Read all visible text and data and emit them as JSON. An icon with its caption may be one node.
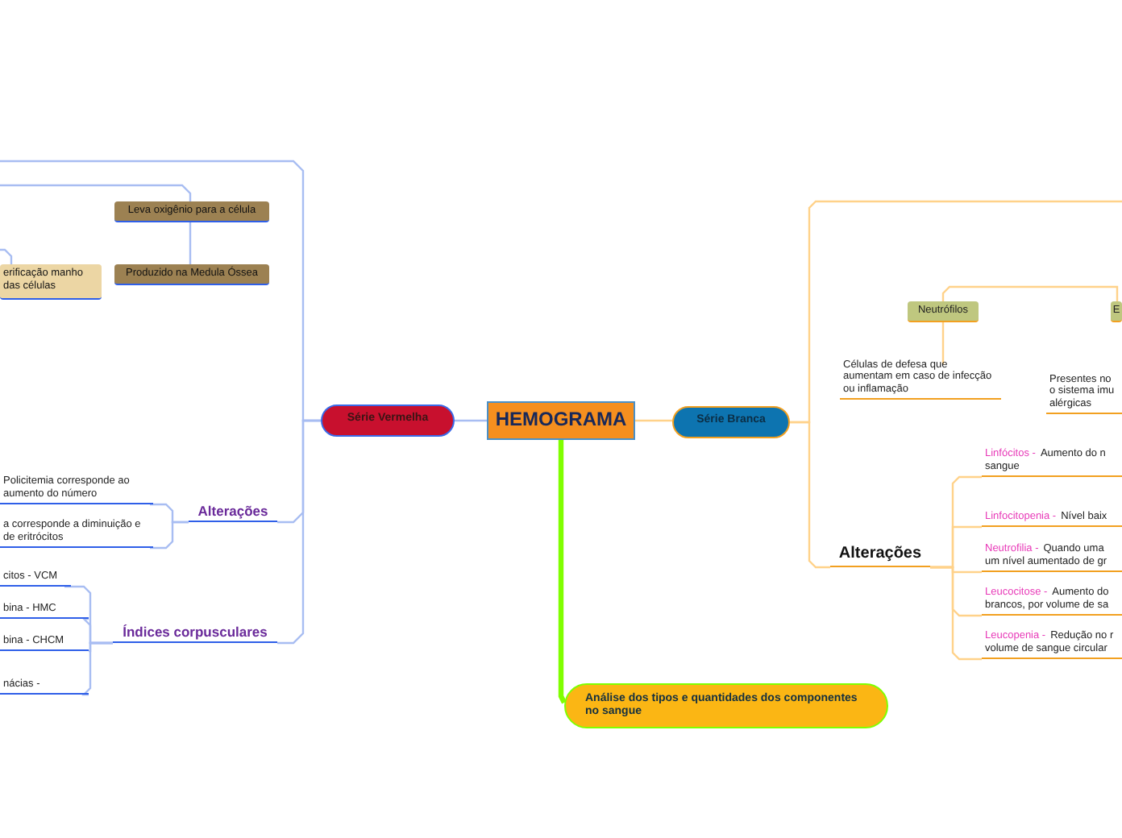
{
  "diagram": {
    "nodes": [
      {
        "text": [
          "HEMOGRAMA"
        ]
      },
      {
        "text": [
          "Série Vermelha"
        ]
      },
      {
        "text": [
          "Série Branca"
        ]
      },
      {
        "text": [
          "Análise dos tipos e quantidades dos componentes no sangue"
        ]
      },
      {
        "text": [
          "Leva oxigênio para a célula"
        ]
      },
      {
        "text": [
          "Produzido na Medula Óssea"
        ]
      },
      {
        "text": [
          "erificação manho das células"
        ]
      },
      {
        "text": [
          "Alterações"
        ]
      },
      {
        "text": [
          "Policitemia corresponde ao aumento do número"
        ]
      },
      {
        "text": [
          "a corresponde a diminuição e de eritrócitos"
        ]
      },
      {
        "text": [
          "Índices corpusculares"
        ]
      },
      {
        "text": [
          "citos - VCM"
        ]
      },
      {
        "text": [
          "bina - HMC"
        ]
      },
      {
        "text": [
          "bina - CHCM"
        ]
      },
      {
        "text": [
          "nácias -"
        ]
      },
      {
        "text": [
          "Neutrófilos"
        ]
      },
      {
        "text": [
          "E"
        ]
      },
      {
        "text": [
          "Células de defesa que aumentam em caso de infecção ou inflamação"
        ]
      },
      {
        "text": [
          "Presentes no o sistema imu alérgicas"
        ]
      },
      {
        "text": [
          "Alterações"
        ]
      },
      {
        "text": [
          "Linfócitos -",
          "Aumento do n sangue"
        ]
      },
      {
        "text": [
          "Linfocitopenia -",
          "Nível baix"
        ]
      },
      {
        "text": [
          "Neutrofilia -",
          "Quando uma um nível aumentado de gr"
        ]
      },
      {
        "text": [
          "Leucocitose -",
          "Aumento do brancos, por volume de sa"
        ]
      },
      {
        "text": [
          "Leucopenia -",
          "Redução no r volume de sangue circular"
        ]
      }
    ],
    "edges": [
      {
        "from": 0,
        "to": 1,
        "arrow": "none",
        "color": "#a8bdf2"
      },
      {
        "from": 0,
        "to": 2,
        "arrow": "none",
        "color": "#ffd28a"
      },
      {
        "from": 0,
        "to": 3,
        "arrow": "none",
        "style": "thick",
        "color": "#80ff00"
      },
      {
        "from": 1,
        "to": null,
        "arrow": "none",
        "color": "#a8bdf2"
      },
      {
        "from": 1,
        "to": 7,
        "arrow": "none",
        "color": "#a8bdf2"
      },
      {
        "from": 1,
        "to": 10,
        "arrow": "none",
        "color": "#a8bdf2"
      },
      {
        "from": null,
        "to": 4,
        "arrow": "none",
        "color": "#a8bdf2"
      },
      {
        "from": 4,
        "to": 5,
        "arrow": "none",
        "color": "#a8bdf2"
      },
      {
        "from": null,
        "to": 6,
        "arrow": "none",
        "color": "#a8bdf2"
      },
      {
        "from": 7,
        "to": 8,
        "arrow": "none",
        "color": "#a8bdf2"
      },
      {
        "from": 7,
        "to": 9,
        "arrow": "none",
        "color": "#a8bdf2"
      },
      {
        "from": 10,
        "to": 11,
        "arrow": "none",
        "color": "#a8bdf2"
      },
      {
        "from": 10,
        "to": 12,
        "arrow": "none",
        "color": "#a8bdf2"
      },
      {
        "from": 10,
        "to": 13,
        "arrow": "none",
        "color": "#a8bdf2"
      },
      {
        "from": 10,
        "to": 14,
        "arrow": "none",
        "color": "#a8bdf2"
      },
      {
        "from": 2,
        "to": null,
        "arrow": "none",
        "color": "#ffd28a"
      },
      {
        "from": 2,
        "to": 19,
        "arrow": "none",
        "color": "#ffd28a"
      },
      {
        "from": 16,
        "to": 15,
        "arrow": "none",
        "color": "#ffd28a"
      },
      {
        "from": 15,
        "to": 17,
        "arrow": "none",
        "color": "#ffd28a"
      },
      {
        "from": 19,
        "to": 20,
        "arrow": "none",
        "color": "#ffd28a"
      },
      {
        "from": 19,
        "to": 21,
        "arrow": "none",
        "color": "#ffd28a"
      },
      {
        "from": 19,
        "to": 22,
        "arrow": "none",
        "color": "#ffd28a"
      },
      {
        "from": 19,
        "to": 23,
        "arrow": "none",
        "color": "#ffd28a"
      },
      {
        "from": 19,
        "to": 24,
        "arrow": "none",
        "color": "#ffd28a"
      }
    ]
  }
}
